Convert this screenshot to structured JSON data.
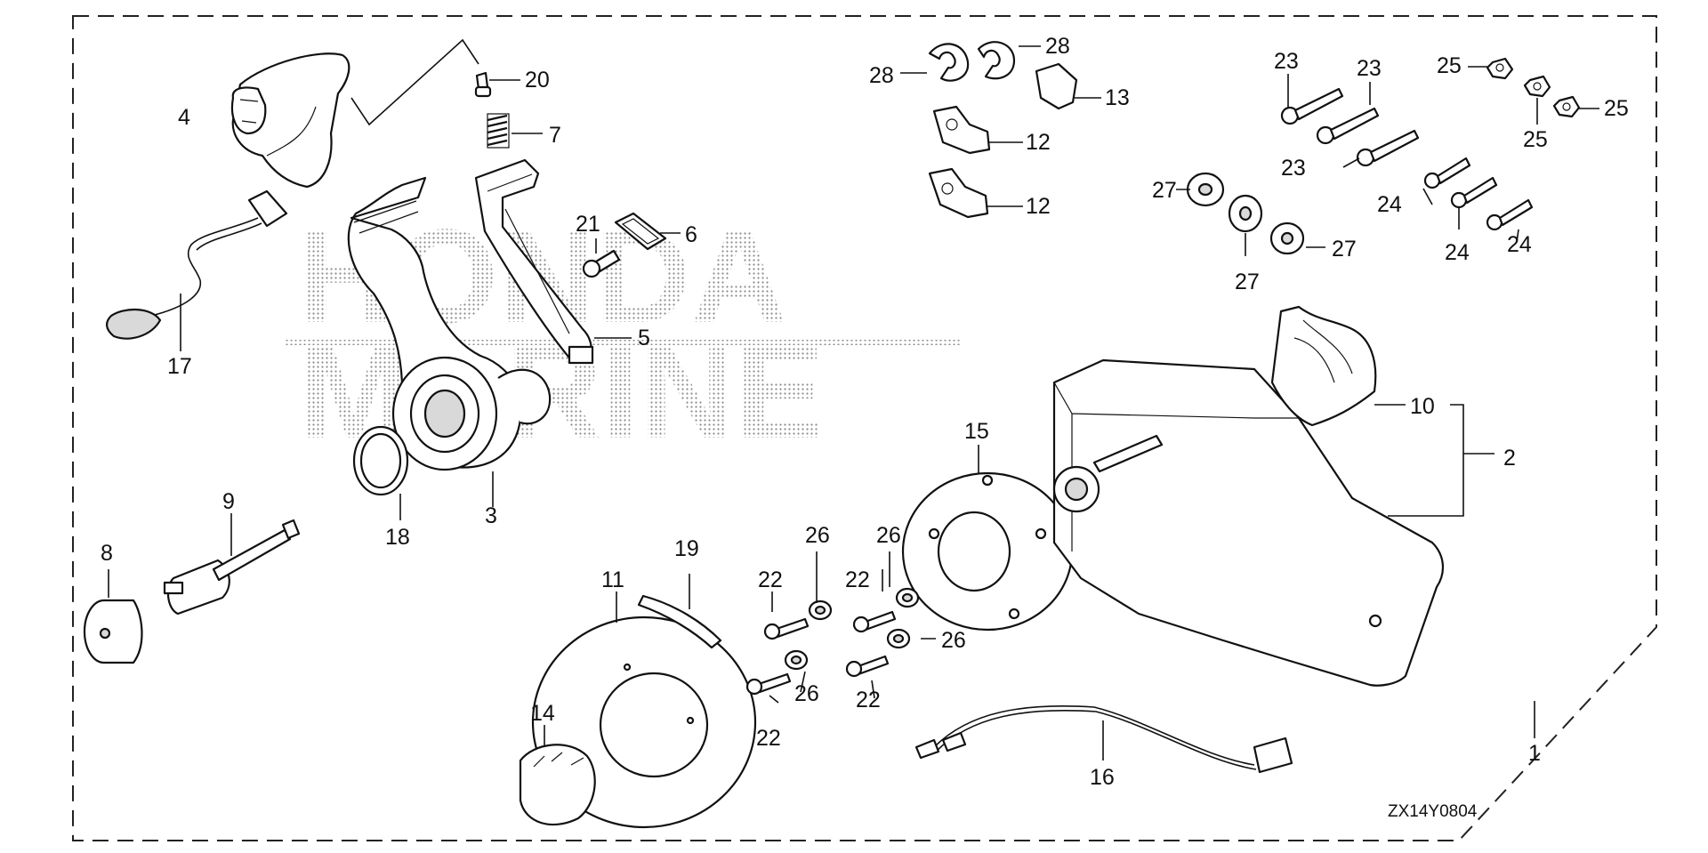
{
  "diagram_code": "ZX14Y0804",
  "watermark": {
    "line1": "HONDA",
    "line2": "MARINE"
  },
  "callouts": [
    {
      "id": "c1",
      "text": "1"
    },
    {
      "id": "c2",
      "text": "2"
    },
    {
      "id": "c3",
      "text": "3"
    },
    {
      "id": "c4",
      "text": "4"
    },
    {
      "id": "c5",
      "text": "5"
    },
    {
      "id": "c6",
      "text": "6"
    },
    {
      "id": "c7",
      "text": "7"
    },
    {
      "id": "c8",
      "text": "8"
    },
    {
      "id": "c9",
      "text": "9"
    },
    {
      "id": "c10",
      "text": "10"
    },
    {
      "id": "c11",
      "text": "11"
    },
    {
      "id": "c12a",
      "text": "12"
    },
    {
      "id": "c12b",
      "text": "12"
    },
    {
      "id": "c13",
      "text": "13"
    },
    {
      "id": "c14",
      "text": "14"
    },
    {
      "id": "c15",
      "text": "15"
    },
    {
      "id": "c16",
      "text": "16"
    },
    {
      "id": "c17",
      "text": "17"
    },
    {
      "id": "c18",
      "text": "18"
    },
    {
      "id": "c19",
      "text": "19"
    },
    {
      "id": "c20",
      "text": "20"
    },
    {
      "id": "c21",
      "text": "21"
    },
    {
      "id": "c22a",
      "text": "22"
    },
    {
      "id": "c22b",
      "text": "22"
    },
    {
      "id": "c22c",
      "text": "22"
    },
    {
      "id": "c22d",
      "text": "22"
    },
    {
      "id": "c23a",
      "text": "23"
    },
    {
      "id": "c23b",
      "text": "23"
    },
    {
      "id": "c23c",
      "text": "23"
    },
    {
      "id": "c24a",
      "text": "24"
    },
    {
      "id": "c24b",
      "text": "24"
    },
    {
      "id": "c24c",
      "text": "24"
    },
    {
      "id": "c25a",
      "text": "25"
    },
    {
      "id": "c25b",
      "text": "25"
    },
    {
      "id": "c25c",
      "text": "25"
    },
    {
      "id": "c26a",
      "text": "26"
    },
    {
      "id": "c26b",
      "text": "26"
    },
    {
      "id": "c26c",
      "text": "26"
    },
    {
      "id": "c26d",
      "text": "26"
    },
    {
      "id": "c27a",
      "text": "27"
    },
    {
      "id": "c27b",
      "text": "27"
    },
    {
      "id": "c27c",
      "text": "27"
    },
    {
      "id": "c28a",
      "text": "28"
    },
    {
      "id": "c28b",
      "text": "28"
    }
  ]
}
